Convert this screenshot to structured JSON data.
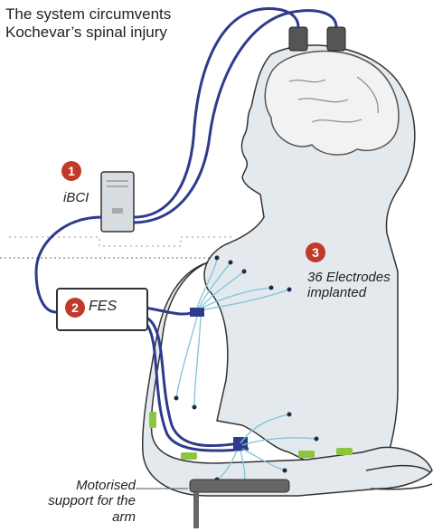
{
  "title": "The system circumvents Kochevar’s spinal injury",
  "components": [
    {
      "number": "1",
      "label": "iBCI"
    },
    {
      "number": "2",
      "label": "FES"
    },
    {
      "number": "3",
      "label": "36 Electrodes implanted"
    }
  ],
  "callout": "Motorised support for the arm",
  "colors": {
    "badge": "#c0392b",
    "wire": "#2e3b8c",
    "nerve": "#7fc4d8",
    "body": "#e4e9ee",
    "electrode": "#8cc63f"
  }
}
